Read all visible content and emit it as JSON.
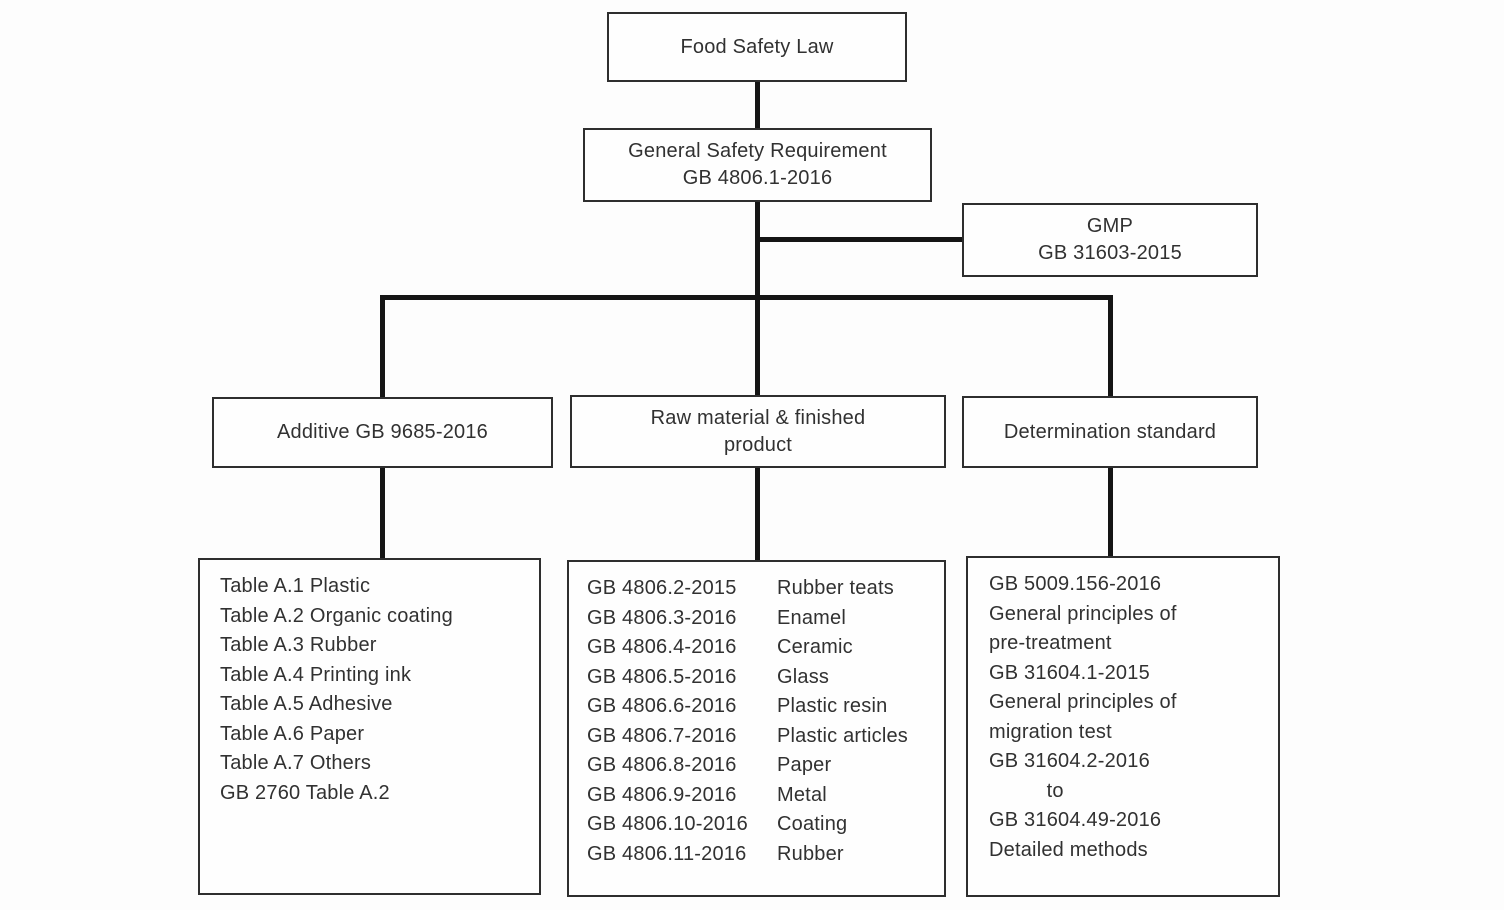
{
  "colors": {
    "background": "#fdfdfd",
    "box_fill": "#fefefe",
    "box_border": "#2e2e2e",
    "connector": "#151515",
    "text": "#313131"
  },
  "nodes": {
    "food_safety_law": {
      "label": "Food Safety Law"
    },
    "general_safety_requirement": {
      "label": "General Safety Requirement",
      "code": "GB 4806.1-2016"
    },
    "gmp": {
      "label": "GMP",
      "code": "GB 31603-2015"
    },
    "additive": {
      "label": "Additive GB 9685-2016"
    },
    "raw_material": {
      "label": "Raw material & finished product"
    },
    "determination": {
      "label": "Determination standard"
    }
  },
  "additive_detail": {
    "items": [
      "Table A.1 Plastic",
      "Table A.2 Organic coating",
      "Table A.3 Rubber",
      "Table A.4 Printing ink",
      "Table A.5 Adhesive",
      "Table A.6 Paper",
      "Table A.7 Others",
      "GB 2760 Table A.2"
    ]
  },
  "raw_material_detail": {
    "rows": [
      {
        "code": "GB 4806.2-2015",
        "material": "Rubber teats"
      },
      {
        "code": "GB 4806.3-2016",
        "material": "Enamel"
      },
      {
        "code": "GB 4806.4-2016",
        "material": "Ceramic"
      },
      {
        "code": "GB 4806.5-2016",
        "material": "Glass"
      },
      {
        "code": "GB 4806.6-2016",
        "material": "Plastic resin"
      },
      {
        "code": "GB 4806.7-2016",
        "material": "Plastic articles"
      },
      {
        "code": "GB 4806.8-2016",
        "material": "Paper"
      },
      {
        "code": "GB 4806.9-2016",
        "material": "Metal"
      },
      {
        "code": "GB 4806.10-2016",
        "material": "Coating"
      },
      {
        "code": "GB 4806.11-2016",
        "material": "Rubber"
      }
    ]
  },
  "determination_detail": {
    "lines": [
      "GB 5009.156-2016",
      "General principles of",
      "pre-treatment",
      "GB 31604.1-2015",
      "General principles of",
      "migration test",
      "GB 31604.2-2016",
      "          to",
      "GB 31604.49-2016",
      "Detailed methods"
    ]
  }
}
